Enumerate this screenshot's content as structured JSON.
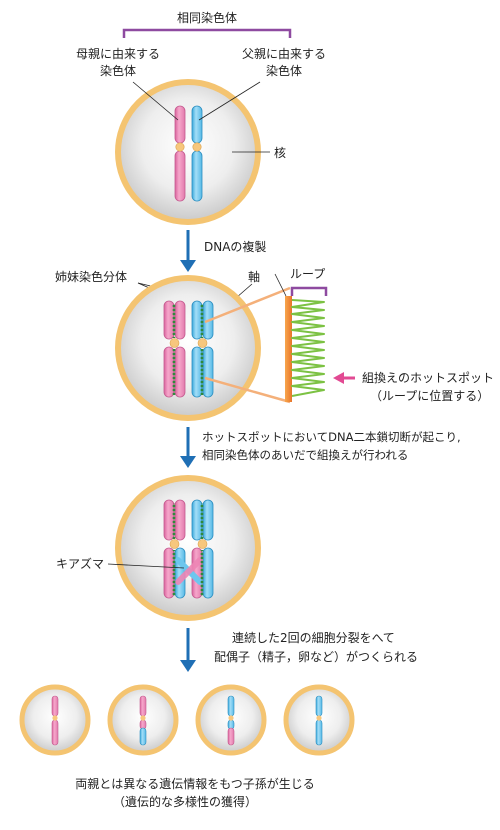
{
  "labels": {
    "homologous_chromosomes": "相同染色体",
    "maternal_line1": "母親に由来する",
    "maternal_line2": "染色体",
    "paternal_line1": "父親に由来する",
    "paternal_line2": "染色体",
    "nucleus": "核",
    "sister_chromatids": "姉妹染色分体",
    "axis": "軸",
    "loop": "ループ",
    "hotspot_line1": "組換えのホットスポット",
    "hotspot_line2": "（ループに位置する）",
    "chiasma": "キアズマ",
    "conclusion_line1": "両親とは異なる遺伝情報をもつ子孫が生じる",
    "conclusion_line2": "（遺伝的な多様性の獲得）"
  },
  "steps": [
    {
      "line1": "DNAの複製",
      "line2": ""
    },
    {
      "line1": "ホットスポットにおいてDNA二本鎖切断が起こり,",
      "line2": "相同染色体のあいだで組換えが行われる"
    },
    {
      "line1": "連続した2回の細胞分裂をへて",
      "line2": "配偶子（精子，卵など）がつくられる"
    }
  ],
  "colors": {
    "maternal": "#ee85b5",
    "paternal": "#6dc6ee",
    "centromere": "#f7c77d",
    "cell_border": "#f4c471",
    "bracket": "#8e4aa0",
    "loop_line": "#7cc243",
    "axis_bar": "#f2913a",
    "hotspot_arrow": "#e24a93",
    "flow_arrow": "#1f6fb5",
    "cohesin": "#2f8a3c"
  }
}
